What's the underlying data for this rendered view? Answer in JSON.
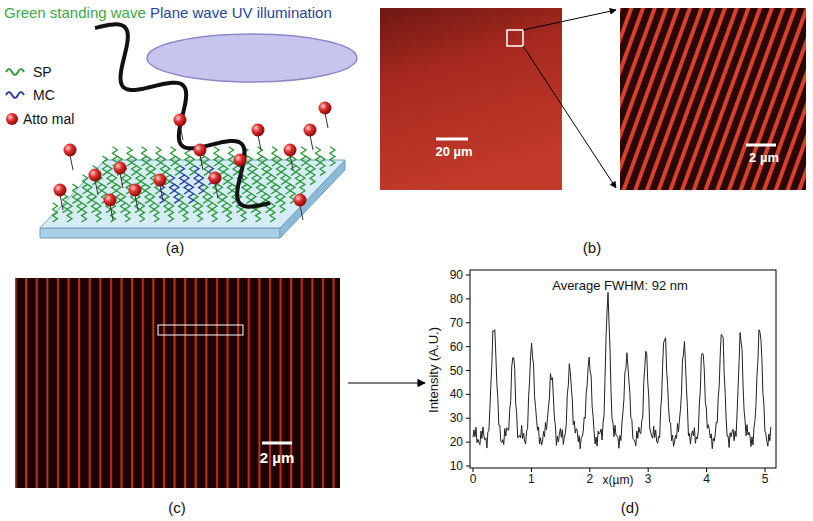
{
  "diagram": {
    "labels": [
      "Green standing wave",
      "Plane wave UV illumination",
      "SP",
      "MC",
      "Atto mal",
      "(a)",
      "20 µm",
      "2 µm",
      "(b)",
      "2 µm",
      "(c)",
      "Average FWHM: 92 nm",
      "Intensity (A.U.)",
      "90",
      "80",
      "70",
      "60",
      "50",
      "40",
      "30",
      "20",
      "10",
      "0",
      "1",
      "2",
      "3",
      "4",
      "5",
      "x(µm)",
      "(d)"
    ]
  }
}
